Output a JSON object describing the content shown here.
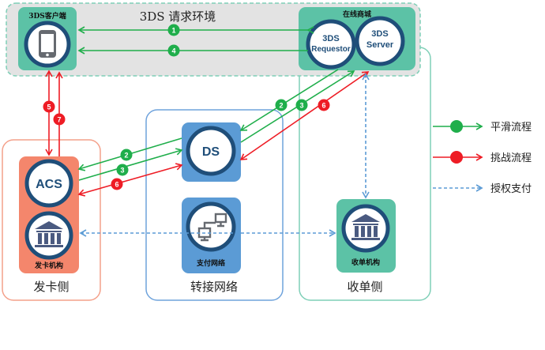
{
  "diagram": {
    "title": "3DS 请求环境",
    "zones": {
      "request_env": {
        "label": "3DS 请求环境"
      },
      "issuer_side": {
        "label": "发卡侧"
      },
      "network_side": {
        "label": "转接网络"
      },
      "acquirer_side": {
        "label": "收单侧"
      }
    },
    "nodes": {
      "client": {
        "title": "3DS客户端",
        "icon": "mobile-phone-icon"
      },
      "merchant": {
        "title": "在线商城"
      },
      "requestor": {
        "line1": "3DS",
        "line2": "Requestor"
      },
      "server": {
        "line1": "3DS",
        "line2": "Server"
      },
      "acs": {
        "label": "ACS"
      },
      "issuer_bank": {
        "title": "发卡机构",
        "icon": "bank-icon"
      },
      "ds": {
        "label": "DS"
      },
      "payment_network": {
        "title": "支付网络",
        "icon": "network-computers-icon"
      },
      "acquirer_bank": {
        "title": "收单机构",
        "icon": "bank-icon"
      }
    },
    "steps": [
      {
        "num": "1",
        "flow": "frictionless",
        "from": "3DS Requestor",
        "to": "3DS客户端"
      },
      {
        "num": "2",
        "flow": "frictionless",
        "from": "3DS Server",
        "to": "ACS",
        "via": "DS"
      },
      {
        "num": "3",
        "flow": "frictionless",
        "from": "ACS",
        "to": "3DS Server",
        "via": "DS"
      },
      {
        "num": "4",
        "flow": "frictionless",
        "from": "3DS Requestor",
        "to": "3DS客户端"
      },
      {
        "num": "5",
        "flow": "challenge",
        "from": "3DS客户端",
        "to": "ACS"
      },
      {
        "num": "6",
        "flow": "challenge",
        "from": "ACS",
        "to": "3DS Server",
        "via": "DS"
      },
      {
        "num": "7",
        "flow": "challenge",
        "from": "ACS",
        "to": "3DS客户端"
      }
    ],
    "legend": [
      {
        "label": "平滑流程",
        "style": "green-solid-dot"
      },
      {
        "label": "挑战流程",
        "style": "red-solid-dot"
      },
      {
        "label": "授权支付",
        "style": "blue-dashed"
      }
    ],
    "colors": {
      "green": "#1fae4b",
      "red": "#ee1c25",
      "blue_dashed": "#5b9bd5",
      "teal": "#5cc2a6",
      "salmon": "#f4866c",
      "network_blue": "#5b9bd5",
      "ring": "#1f4e79",
      "env_bg": "#e3e3e3"
    }
  }
}
